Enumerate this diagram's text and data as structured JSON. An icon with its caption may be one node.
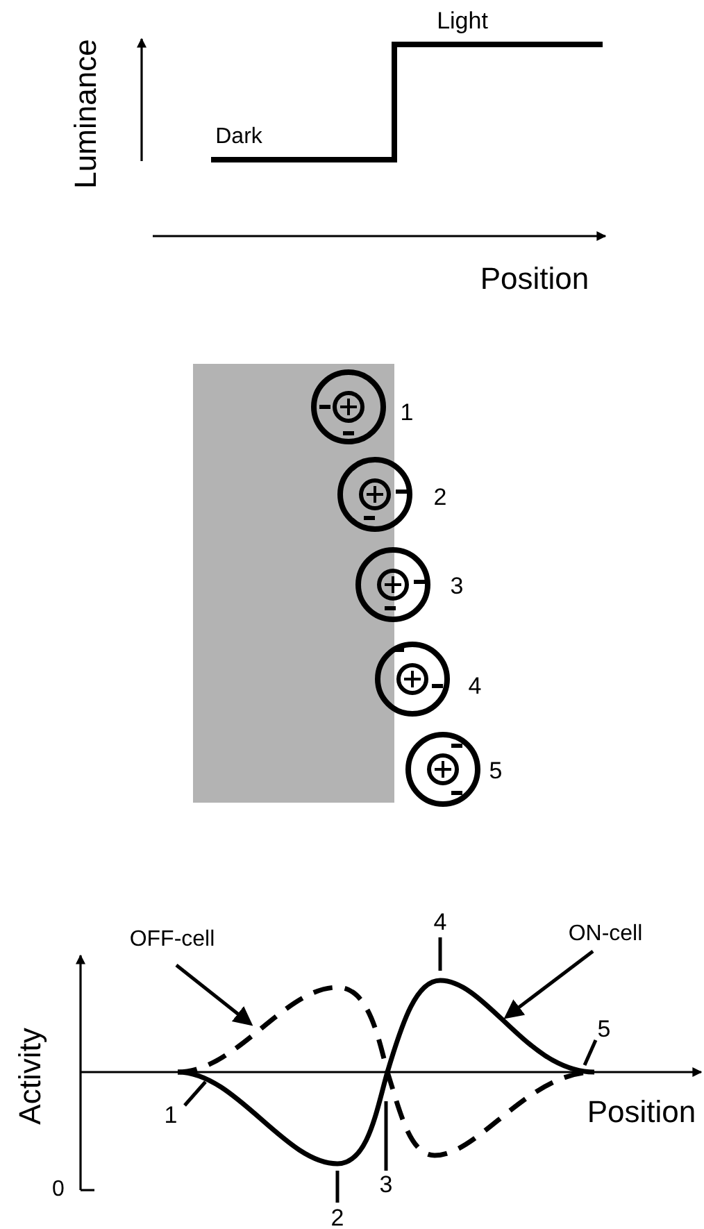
{
  "diagram": {
    "nodes": [
      {
        "text": [
          "OFF-cell"
        ]
      },
      {
        "text": [],
        "shape": "curve"
      },
      {
        "text": [
          "ON-cell"
        ]
      },
      {
        "text": [],
        "shape": "curve"
      },
      {
        "text": [
          "1"
        ]
      },
      {
        "text": [
          "2"
        ]
      },
      {
        "text": [
          "3"
        ]
      },
      {
        "text": [
          "4"
        ]
      },
      {
        "text": [
          "5"
        ]
      }
    ],
    "edges": [
      {
        "from": 0,
        "to": 1,
        "arrow": "to"
      },
      {
        "from": 2,
        "to": 3,
        "arrow": "to"
      },
      {
        "from": 4,
        "to": 1,
        "arrow": "none"
      },
      {
        "from": 5,
        "to": 3,
        "arrow": "none"
      },
      {
        "from": 6,
        "to": 1,
        "arrow": "none"
      },
      {
        "from": 7,
        "to": 3,
        "arrow": "none"
      },
      {
        "from": 8,
        "to": 1,
        "arrow": "none"
      }
    ],
    "labels": [
      "Light",
      "Luminance",
      "Dark",
      "Position",
      "1",
      "2",
      "3",
      "4",
      "5",
      "Activity",
      "0",
      "Position"
    ]
  }
}
